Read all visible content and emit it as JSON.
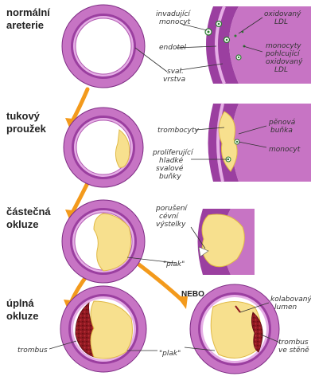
{
  "stages": [
    {
      "line1": "normální",
      "line2": "areterie"
    },
    {
      "line1": "tukový",
      "line2": "proužek"
    },
    {
      "line1": "částečná",
      "line2": "okluze"
    },
    {
      "line1": "úplná",
      "line2": "okluze"
    }
  ],
  "labels": {
    "invadujici_monocyt_1": "invadující",
    "invadujici_monocyt_2": "monocyt",
    "oxidovany_ldl_1": "oxidovaný",
    "oxidovany_ldl_2": "LDL",
    "endotel": "endotel",
    "monocyty_1": "monocyty",
    "monocyty_2": "pohlcující",
    "monocyty_3": "oxidovaný",
    "monocyty_4": "LDL",
    "sval_1": "sval.",
    "sval_2": "vrstva",
    "trombocyty": "trombocyty",
    "penova_1": "pěnová",
    "penova_2": "buňka",
    "monocyt": "monocyt",
    "prolif_1": "proliferující",
    "prolif_2": "hladké",
    "prolif_3": "svalové",
    "prolif_4": "buňky",
    "poruseni_1": "porušení",
    "poruseni_2": "cévní",
    "poruseni_3": "výstelky",
    "plak_1": "\"plak\"",
    "nebo": "NEBO",
    "kolab_1": "kolabovaný",
    "kolab_2": "lumen",
    "trombus": "trombus",
    "plak_2": "\"plak\"",
    "trombus_stene_1": "trombus",
    "trombus_stene_2": "ve stěně"
  },
  "colors": {
    "vessel_outer": "#c774c4",
    "vessel_ring": "#9b3fa0",
    "vessel_inner": "#e6aee6",
    "lumen": "#ffffff",
    "plaque": "#f7e08e",
    "plaque_edge": "#e0b945",
    "thrombus": "#8e1820",
    "arrow": "#f39a1c"
  }
}
